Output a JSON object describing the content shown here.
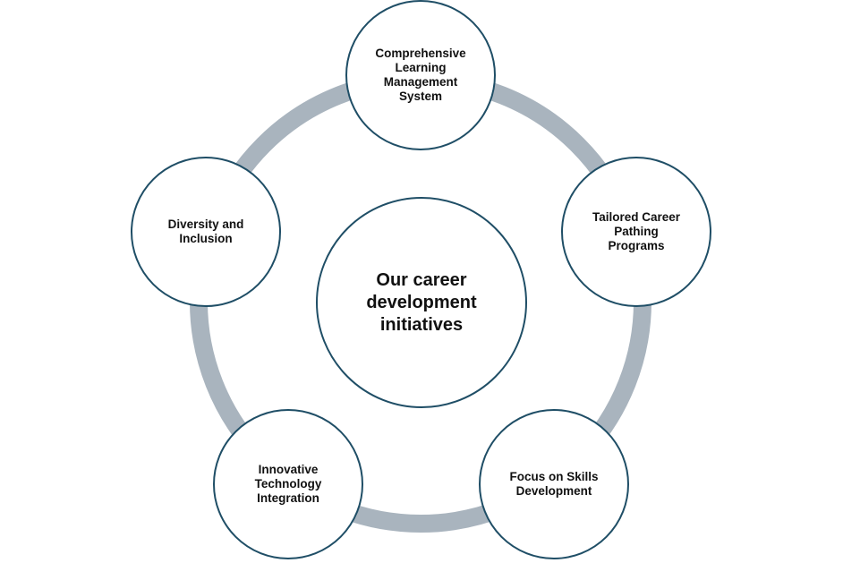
{
  "diagram": {
    "center": {
      "label": "Our career\ndevelopment\ninitiatives"
    },
    "nodes": [
      {
        "id": "learning-management",
        "label": "Comprehensive\nLearning\nManagement\nSystem"
      },
      {
        "id": "career-pathing",
        "label": "Tailored Career\nPathing\nPrograms"
      },
      {
        "id": "skills-development",
        "label": "Focus on Skills\nDevelopment"
      },
      {
        "id": "technology-integration",
        "label": "Innovative\nTechnology\nIntegration"
      },
      {
        "id": "diversity-inclusion",
        "label": "Diversity and\nInclusion"
      }
    ]
  },
  "colors": {
    "ring": "#a9b4be",
    "node_border": "#1f4e66",
    "node_fill": "#ffffff",
    "text": "#111111"
  }
}
